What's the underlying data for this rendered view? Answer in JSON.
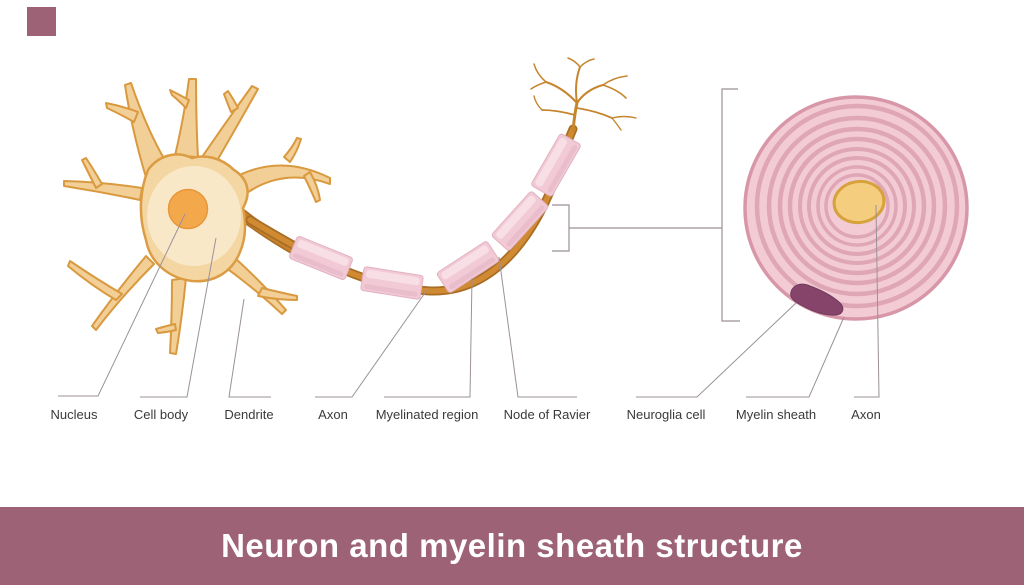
{
  "title": {
    "text": "Neuron and myelin sheath structure"
  },
  "labels": [
    {
      "id": "nucleus",
      "text": "Nucleus"
    },
    {
      "id": "cell-body",
      "text": "Cell body"
    },
    {
      "id": "dendrite",
      "text": "Dendrite"
    },
    {
      "id": "axon",
      "text": "Axon"
    },
    {
      "id": "myelinated-region",
      "text": "Myelinated region"
    },
    {
      "id": "node-of-ravier",
      "text": "Node of Ravier"
    },
    {
      "id": "neuroglia-cell",
      "text": "Neuroglia cell"
    },
    {
      "id": "myelin-sheath",
      "text": "Myelin sheath"
    },
    {
      "id": "axon-cross-section",
      "text": "Axon"
    }
  ],
  "colors": {
    "title_bar_bg": "#9d6276",
    "title_text": "#ffffff",
    "corner_accent": "#9d6276",
    "label_text": "#3a3a3a",
    "leader_line": "#9b9199",
    "neuron_body": "#f4d6a2",
    "neuron_inner": "#f9e8c8",
    "neuron_outline": "#db9c44",
    "nucleus_orange": "#f3a84c",
    "axon_brown": "#d08a32",
    "axon_outline": "#a96d24",
    "myelin_pink": "#f1cad5",
    "myelin_highlight": "#f8dfe6",
    "myelin_shadow": "#e9bdcb",
    "cross_section_fill": "#f2cbd4",
    "cross_section_ring": "#dfa6b5",
    "cross_section_edge": "#d897a8",
    "axon_core_yellow": "#f4cd7e",
    "axon_core_edge": "#d7a23b",
    "neuroglia_purple": "#86446a"
  }
}
